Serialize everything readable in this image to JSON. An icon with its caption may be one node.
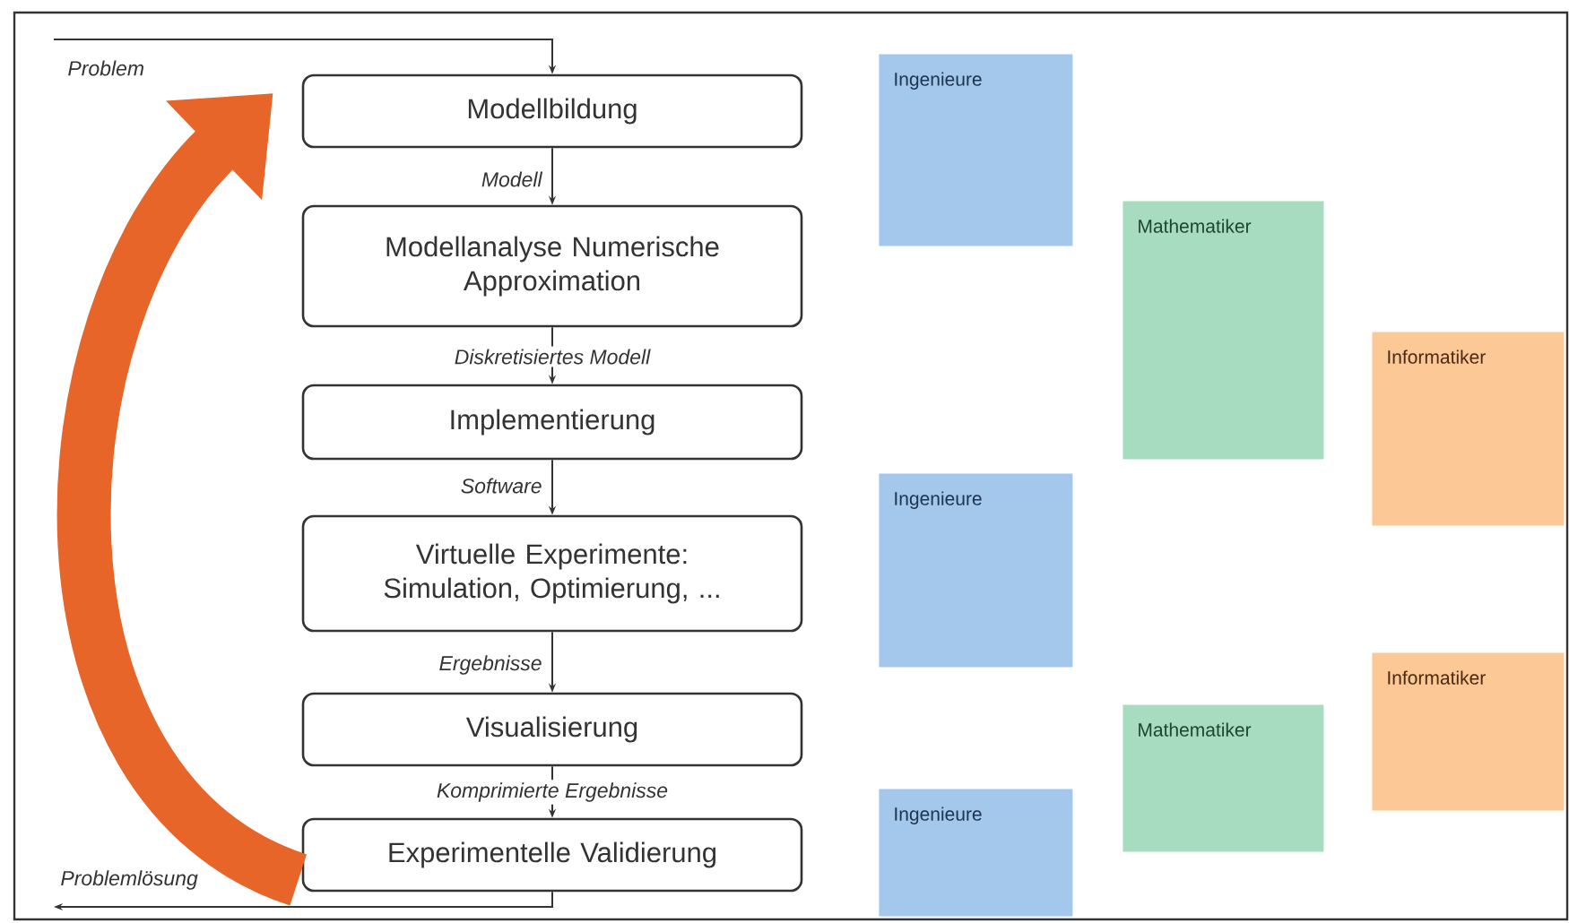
{
  "diagram": {
    "nodes": [
      {
        "text": [
          "Modellbildung"
        ]
      },
      {
        "text": [
          "Modellanalyse Numerische Approximation"
        ]
      },
      {
        "text": [
          "Implementierung"
        ]
      },
      {
        "text": [
          "Virtuelle Experimente: Simulation, Optimierung, ..."
        ]
      },
      {
        "text": [
          "Visualisierung"
        ]
      },
      {
        "text": [
          "Experimentelle Validierung"
        ]
      },
      {
        "text": [
          "Ingenieure"
        ]
      },
      {
        "text": [
          "Mathematiker"
        ]
      },
      {
        "text": [
          "Informatiker"
        ]
      },
      {
        "text": [
          "Ingenieure"
        ]
      },
      {
        "text": [
          "Informatiker"
        ]
      },
      {
        "text": [
          "Mathematiker"
        ]
      },
      {
        "text": [
          "Ingenieure"
        ]
      }
    ],
    "edges": [
      {
        "from": null,
        "to": 0,
        "arrow": "to",
        "label": "Problem"
      },
      {
        "from": 0,
        "to": 1,
        "arrow": "to",
        "label": "Modell"
      },
      {
        "from": 1,
        "to": 2,
        "arrow": "to",
        "label": "Diskretisiertes Modell"
      },
      {
        "from": 2,
        "to": 3,
        "arrow": "to",
        "label": "Software"
      },
      {
        "from": 3,
        "to": 4,
        "arrow": "to",
        "label": "Ergebnisse"
      },
      {
        "from": 4,
        "to": 5,
        "arrow": "to",
        "label": "Komprimierte Ergebnisse"
      },
      {
        "from": 5,
        "to": null,
        "arrow": "to",
        "label": "Problemlösung"
      },
      {
        "from": 5,
        "to": 0,
        "arrow": "to",
        "style": "thick",
        "color": "#e8652a"
      }
    ]
  }
}
